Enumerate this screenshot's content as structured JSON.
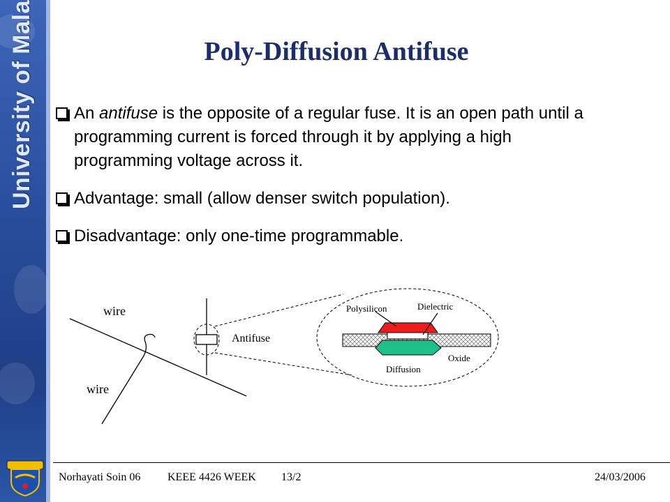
{
  "sidebar": {
    "vertical_text": "University of Malaya"
  },
  "slide": {
    "title": "Poly-Diffusion Antifuse",
    "bullets": [
      {
        "pre": "An ",
        "em": "antifuse",
        "post": " is the opposite of a regular fuse. It is an open path until a programming current is forced through it by applying a high programming voltage across it."
      },
      {
        "pre": "Advantage: small (allow denser switch population).",
        "em": "",
        "post": ""
      },
      {
        "pre": "Disadvantage: only one-time programmable.",
        "em": "",
        "post": ""
      }
    ]
  },
  "diagram": {
    "wire_top": "wire",
    "wire_bottom": "wire",
    "antifuse": "Antifuse",
    "polysilicon": "Polysilicon",
    "dielectric": "Dielectric",
    "oxide": "Oxide",
    "diffusion": "Diffusion",
    "colors": {
      "polysilicon": "#ee1c1c",
      "diffusion": "#1fbf8a",
      "oxide_hatch": "#888888"
    }
  },
  "footer": {
    "author": "Norhayati Soin 06",
    "course": "KEEE 4426 WEEK",
    "week": "13/2",
    "date": "24/03/2006"
  }
}
